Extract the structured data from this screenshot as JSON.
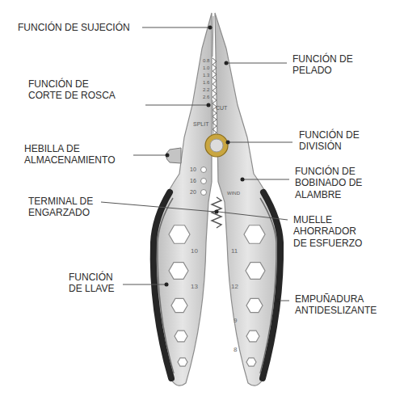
{
  "diagram": {
    "labels": [
      "FUNCIÓN DE SUJECIÓN",
      "FUNCIÓN DE PELADO",
      "0.8",
      "1.0",
      "1.3",
      "1.6",
      "2.2",
      "2.6",
      "FUNCIÓN DE CORTE DE ROSCA",
      "CUT",
      "SPLIT",
      "FUNCIÓN DE DIVISIÓN",
      "HEBILLA DE ALMACENAMIENTO",
      "10",
      "16",
      "WIND",
      "20",
      "FUNCIÓN DE BOBINADO DE ALAMBRE",
      "TERMINAL DE ENGARZADO",
      "MUELLE AHORRADOR DE ESFUERZO",
      "10",
      "11",
      "FUNCIÓN DE LLAVE",
      "13",
      "12",
      "EMPUÑADURA ANTIDESLIZANTE",
      "9",
      "8"
    ]
  }
}
